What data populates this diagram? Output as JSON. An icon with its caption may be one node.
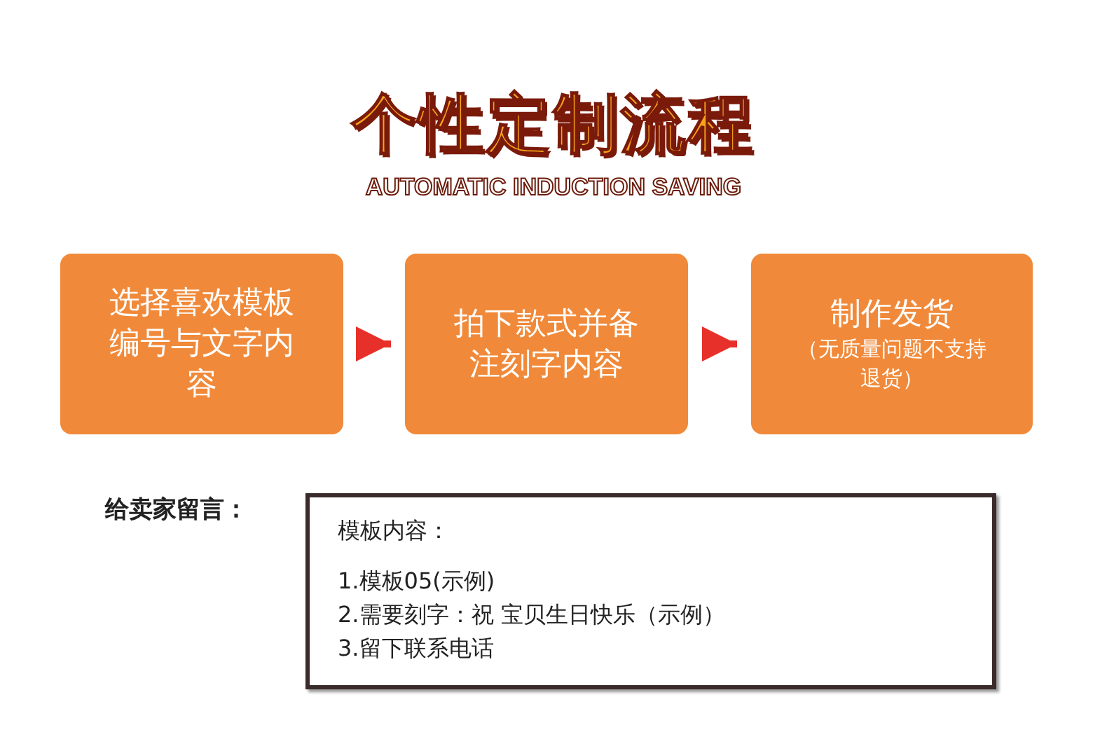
{
  "diagram": {
    "title": "个性定制流程",
    "nodes": [
      {
        "text": [
          "选择喜欢模板编号与文字内容"
        ]
      },
      {
        "text": [
          "拍下款式并备注刻字内容"
        ]
      },
      {
        "text": [
          "制作发货",
          "（无质量问题不支持退货）"
        ]
      },
      {
        "text": [
          "给卖家留言：",
          "模板内容：",
          "1.模板05(示例)",
          "2.需要刻字：祝 宝贝生日快乐（示例）",
          "3.留下联系电话"
        ]
      }
    ],
    "edges": [
      {
        "from": 0,
        "to": 1,
        "arrow": "to"
      },
      {
        "from": 1,
        "to": 2,
        "arrow": "to"
      }
    ],
    "labels": [
      "AUTOMATIC INDUCTION SAVING"
    ]
  }
}
